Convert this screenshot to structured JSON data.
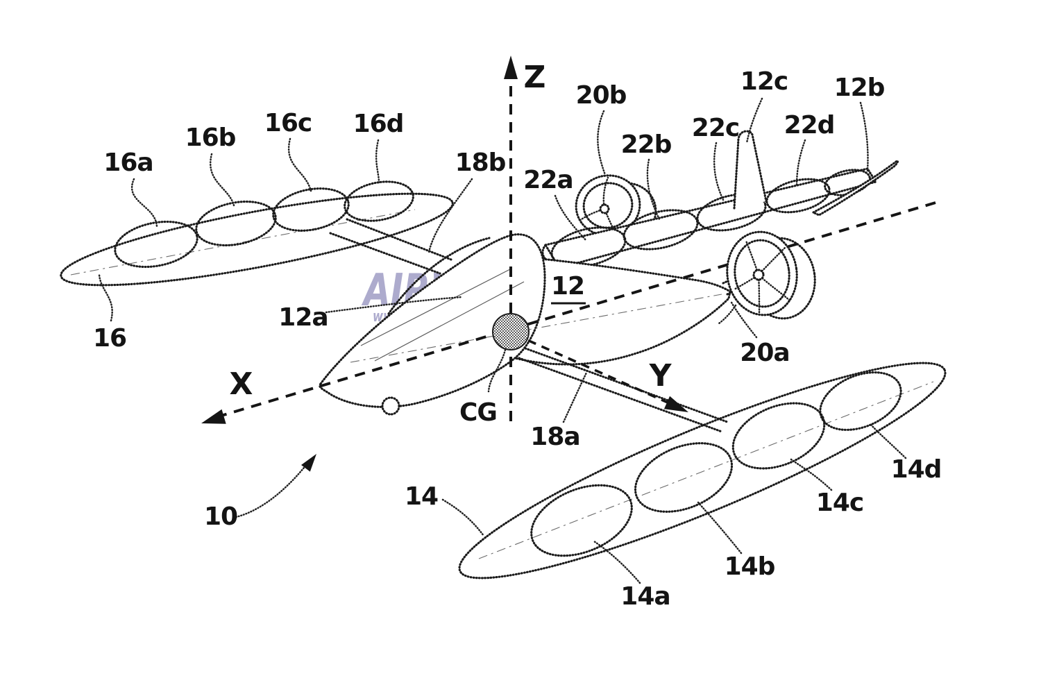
{
  "figure": {
    "kind": "patent-line-drawing",
    "subject": "tandem-wing aircraft with embedded lift fans, ducted propellers, body axes and center of gravity",
    "background_color": "#ffffff",
    "ink_color": "#1b1b1b"
  },
  "watermark": {
    "brand": "AIRWAY",
    "url": "www.airway.com.br",
    "color": "#a7a4c9",
    "icon": "compass-rose-icon"
  },
  "axes": {
    "x": "X",
    "y": "Y",
    "z": "Z",
    "origin": "CG"
  },
  "labels": {
    "n10": "10",
    "n12": "12",
    "n12a": "12a",
    "n12b": "12b",
    "n12c": "12c",
    "n14": "14",
    "n14a": "14a",
    "n14b": "14b",
    "n14c": "14c",
    "n14d": "14d",
    "n16": "16",
    "n16a": "16a",
    "n16b": "16b",
    "n16c": "16c",
    "n16d": "16d",
    "n18a": "18a",
    "n18b": "18b",
    "n20a": "20a",
    "n20b": "20b",
    "n22a": "22a",
    "n22b": "22b",
    "n22c": "22c",
    "n22d": "22d"
  }
}
